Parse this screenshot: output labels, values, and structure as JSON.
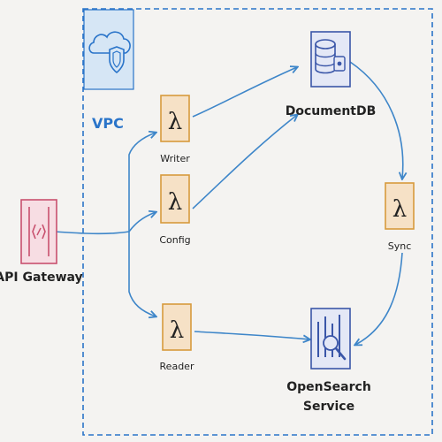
{
  "vpc": {
    "label": "VPC"
  },
  "nodes": {
    "api_gateway": {
      "label": "API Gateway"
    },
    "writer": {
      "label": "Writer"
    },
    "config": {
      "label": "Config"
    },
    "reader": {
      "label": "Reader"
    },
    "sync": {
      "label": "Sync"
    },
    "documentdb": {
      "label": "DocumentDB"
    },
    "opensearch": {
      "label_line1": "OpenSearch",
      "label_line2": "Service"
    }
  },
  "lambda_symbol": "λ",
  "colors": {
    "vpc_border": "#2a74c9",
    "arrow": "#3e86c9",
    "lambda_fill": "#f6e1c6",
    "lambda_stroke": "#d79a3d",
    "api_fill": "#f7dde3",
    "api_stroke": "#c8516e",
    "db_stroke": "#3a56a8",
    "db_fill": "#e4e8f6"
  }
}
